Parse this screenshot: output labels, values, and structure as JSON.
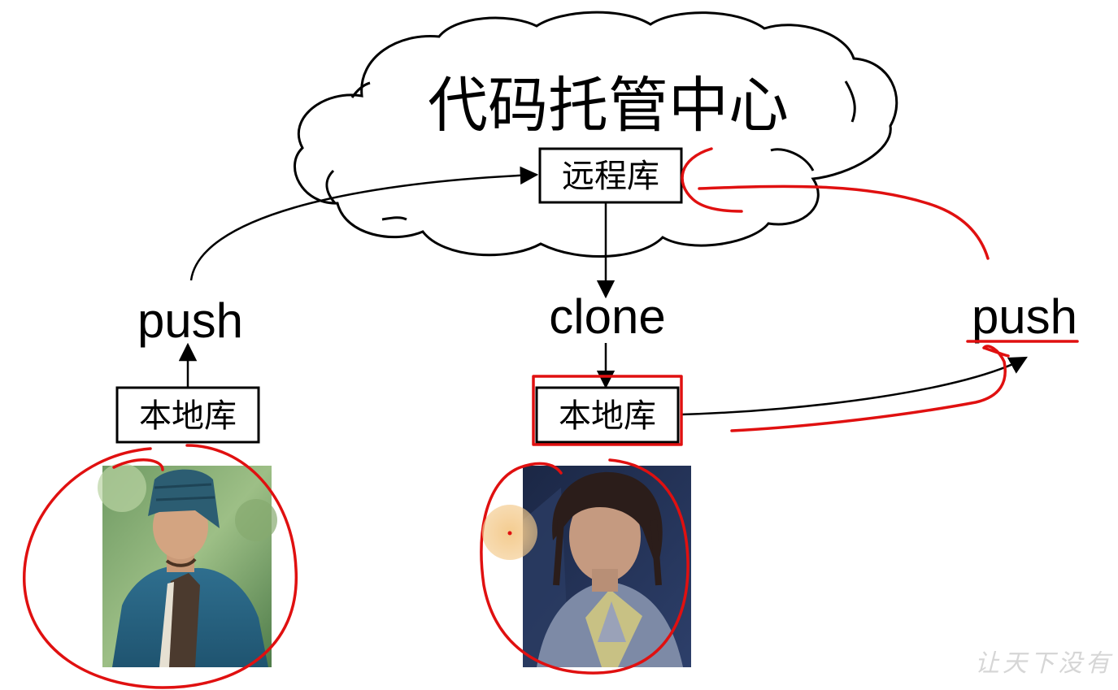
{
  "cloud": {
    "title": "代码托管中心"
  },
  "remote_repo": {
    "label": "远程库"
  },
  "left": {
    "action": "push",
    "local_repo": "本地库"
  },
  "middle": {
    "action": "clone",
    "local_repo": "本地库"
  },
  "right": {
    "action": "push"
  },
  "watermark": "让天下没有",
  "colors": {
    "ink": "#000000",
    "annotation_red": "#e01010",
    "cursor_highlight": "#f3c98a"
  }
}
